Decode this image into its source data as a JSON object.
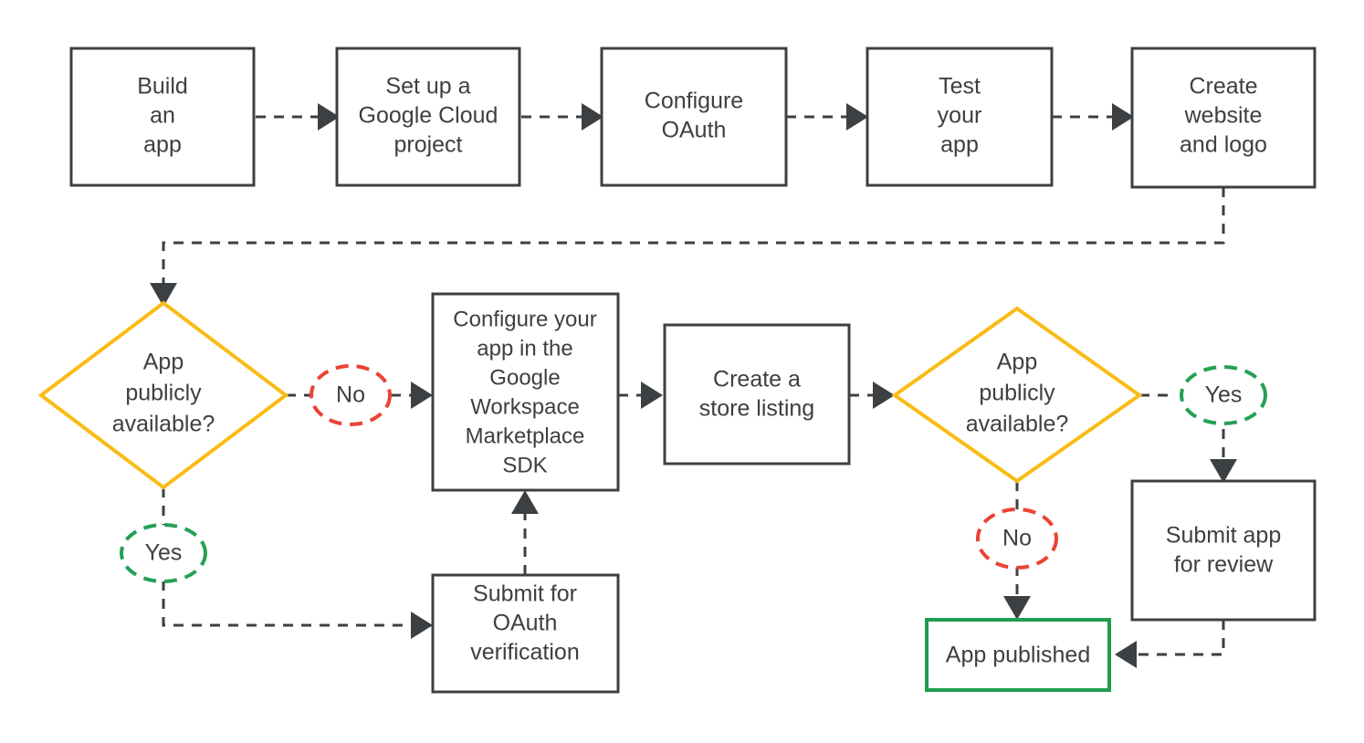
{
  "diagram": {
    "title": "Google Workspace Marketplace app publishing flowchart",
    "colors": {
      "node_stroke": "#3C4043",
      "decision_stroke": "#F9BC15",
      "terminal_stroke": "#1E9E4E",
      "yes_label_stroke": "#25A055",
      "no_label_stroke": "#EA4335",
      "text": "#3C4043",
      "background": "#FFFFFF"
    },
    "nodes": [
      {
        "id": "build-an-app",
        "shape": "rectangle",
        "lines": [
          "Build",
          "an",
          "app"
        ]
      },
      {
        "id": "set-up-google-cloud-project",
        "shape": "rectangle",
        "lines": [
          "Set up a",
          "Google Cloud",
          "project"
        ]
      },
      {
        "id": "configure-oauth",
        "shape": "rectangle",
        "lines": [
          "Configure",
          "OAuth"
        ]
      },
      {
        "id": "test-your-app",
        "shape": "rectangle",
        "lines": [
          "Test",
          "your",
          "app"
        ]
      },
      {
        "id": "create-website-and-logo",
        "shape": "rectangle",
        "lines": [
          "Create",
          "website",
          "and logo"
        ]
      },
      {
        "id": "decision-app-publicly-available-left",
        "shape": "diamond",
        "lines": [
          "App",
          "publicly",
          "available?"
        ]
      },
      {
        "id": "configure-app-in-marketplace-sdk",
        "shape": "rectangle",
        "lines": [
          "Configure your",
          "app in the",
          "Google",
          "Workspace",
          "Marketplace",
          "SDK"
        ]
      },
      {
        "id": "create-a-store-listing",
        "shape": "rectangle",
        "lines": [
          "Create a",
          "store listing"
        ]
      },
      {
        "id": "decision-app-publicly-available-right",
        "shape": "diamond",
        "lines": [
          "App",
          "publicly",
          "available?"
        ]
      },
      {
        "id": "submit-for-oauth-verification",
        "shape": "rectangle",
        "lines": [
          "Submit for",
          "OAuth",
          "verification"
        ]
      },
      {
        "id": "submit-app-for-review",
        "shape": "rectangle",
        "lines": [
          "Submit app",
          "for review"
        ]
      },
      {
        "id": "app-published",
        "shape": "rectangle-terminal",
        "lines": [
          "App published"
        ]
      }
    ],
    "edge_labels": [
      {
        "id": "left-no",
        "text": "No",
        "style": "no"
      },
      {
        "id": "left-yes",
        "text": "Yes",
        "style": "yes"
      },
      {
        "id": "right-yes",
        "text": "Yes",
        "style": "yes"
      },
      {
        "id": "right-no",
        "text": "No",
        "style": "no"
      }
    ],
    "edges": [
      {
        "from": "build-an-app",
        "to": "set-up-google-cloud-project",
        "label": ""
      },
      {
        "from": "set-up-google-cloud-project",
        "to": "configure-oauth",
        "label": ""
      },
      {
        "from": "configure-oauth",
        "to": "test-your-app",
        "label": ""
      },
      {
        "from": "test-your-app",
        "to": "create-website-and-logo",
        "label": ""
      },
      {
        "from": "create-website-and-logo",
        "to": "decision-app-publicly-available-left",
        "label": ""
      },
      {
        "from": "decision-app-publicly-available-left",
        "to": "configure-app-in-marketplace-sdk",
        "label": "No"
      },
      {
        "from": "decision-app-publicly-available-left",
        "to": "submit-for-oauth-verification",
        "label": "Yes"
      },
      {
        "from": "submit-for-oauth-verification",
        "to": "configure-app-in-marketplace-sdk",
        "label": ""
      },
      {
        "from": "configure-app-in-marketplace-sdk",
        "to": "create-a-store-listing",
        "label": ""
      },
      {
        "from": "create-a-store-listing",
        "to": "decision-app-publicly-available-right",
        "label": ""
      },
      {
        "from": "decision-app-publicly-available-right",
        "to": "submit-app-for-review",
        "label": "Yes"
      },
      {
        "from": "decision-app-publicly-available-right",
        "to": "app-published",
        "label": "No"
      },
      {
        "from": "submit-app-for-review",
        "to": "app-published",
        "label": ""
      }
    ]
  },
  "node_text": {
    "build_an_app": {
      "l1": "Build",
      "l2": "an",
      "l3": "app"
    },
    "set_up_project": {
      "l1": "Set up a",
      "l2": "Google Cloud",
      "l3": "project"
    },
    "configure_oauth": {
      "l1": "Configure",
      "l2": "OAuth"
    },
    "test_your_app": {
      "l1": "Test",
      "l2": "your",
      "l3": "app"
    },
    "create_website": {
      "l1": "Create",
      "l2": "website",
      "l3": "and logo"
    },
    "decision_left": {
      "l1": "App",
      "l2": "publicly",
      "l3": "available?"
    },
    "marketplace_sdk": {
      "l1": "Configure your",
      "l2": "app in the",
      "l3": "Google",
      "l4": "Workspace",
      "l5": "Marketplace",
      "l6": "SDK"
    },
    "store_listing": {
      "l1": "Create a",
      "l2": "store listing"
    },
    "decision_right": {
      "l1": "App",
      "l2": "publicly",
      "l3": "available?"
    },
    "oauth_verification": {
      "l1": "Submit for",
      "l2": "OAuth",
      "l3": "verification"
    },
    "submit_review": {
      "l1": "Submit app",
      "l2": "for review"
    },
    "app_published": {
      "l1": "App published"
    },
    "labels": {
      "left_no": "No",
      "left_yes": "Yes",
      "right_yes": "Yes",
      "right_no": "No"
    }
  }
}
